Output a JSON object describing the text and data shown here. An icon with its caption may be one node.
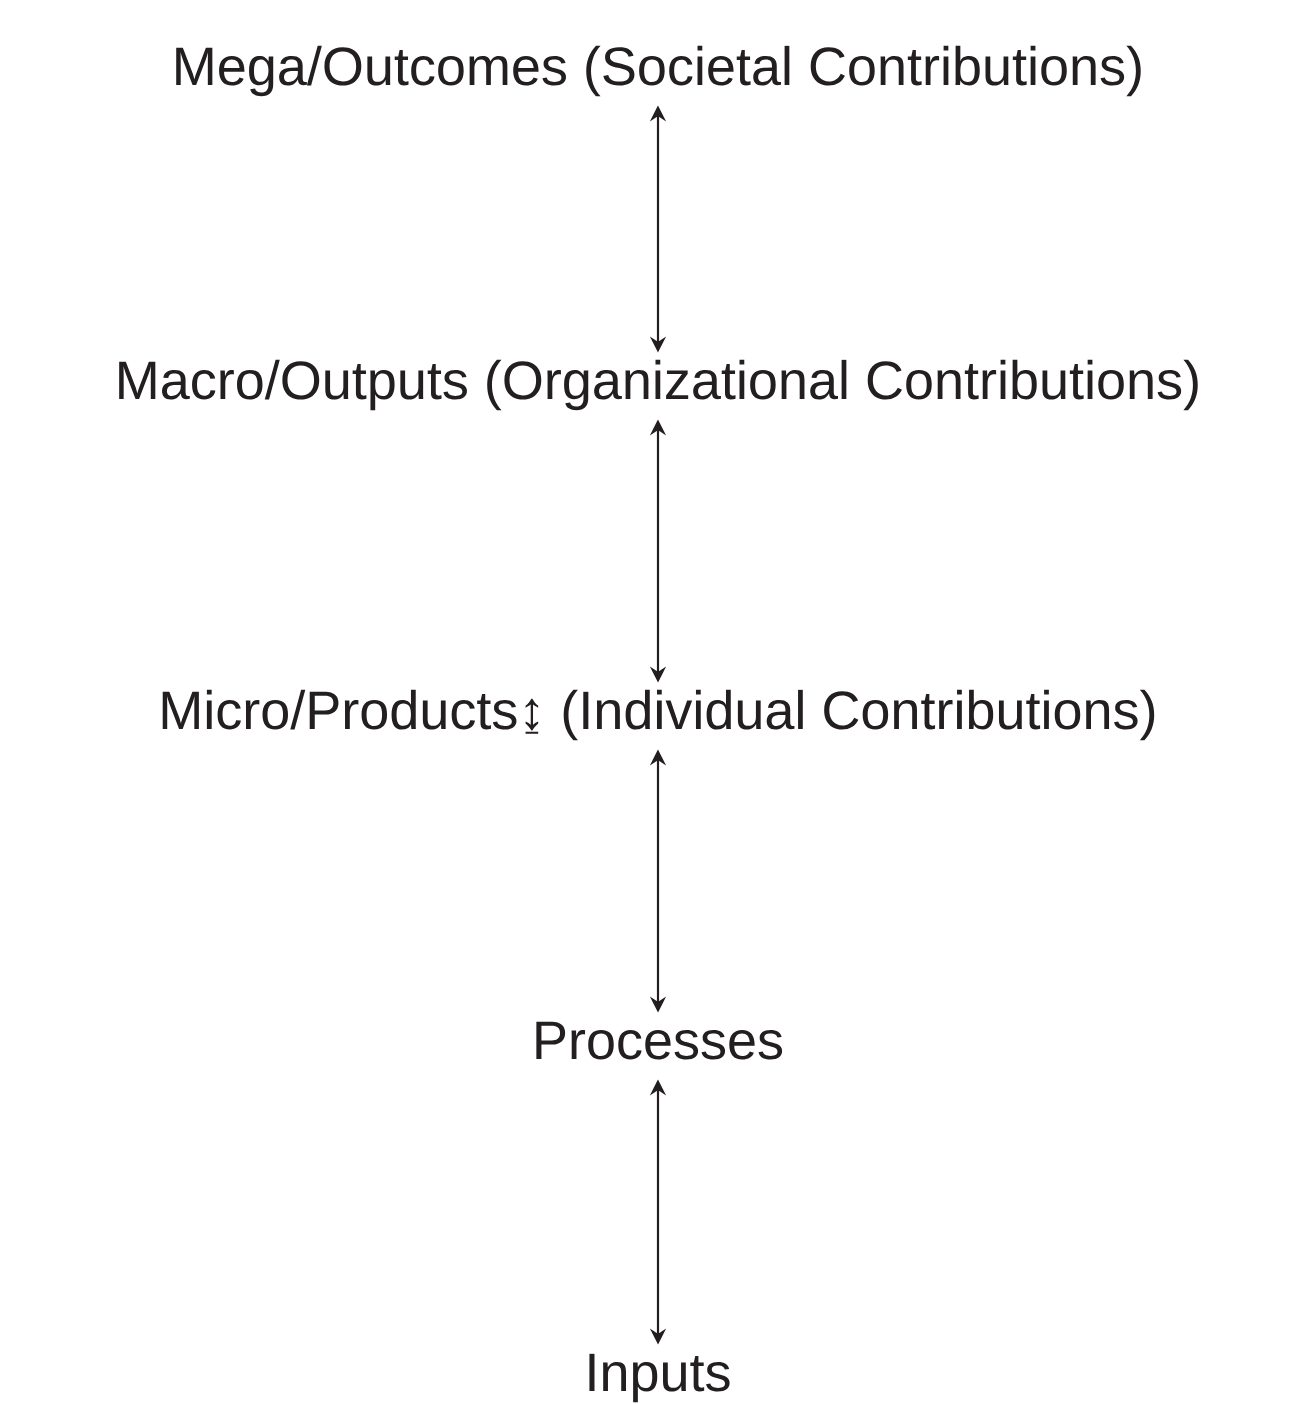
{
  "diagram": {
    "nodes": [
      {
        "text": [
          "Mega/Outcomes (Societal Contributions)"
        ]
      },
      {
        "text": [
          "Macro/Outputs (Organizational Contributions)"
        ]
      },
      {
        "text": [
          "Micro/Products↨ (Individual Contributions)"
        ]
      },
      {
        "text": [
          "Processes"
        ]
      },
      {
        "text": [
          "Inputs"
        ]
      }
    ],
    "edges": [
      {
        "from": 0,
        "to": 1,
        "arrow": "both"
      },
      {
        "from": 1,
        "to": 2,
        "arrow": "both"
      },
      {
        "from": 2,
        "to": 3,
        "arrow": "both"
      },
      {
        "from": 3,
        "to": 4,
        "arrow": "both"
      }
    ]
  }
}
